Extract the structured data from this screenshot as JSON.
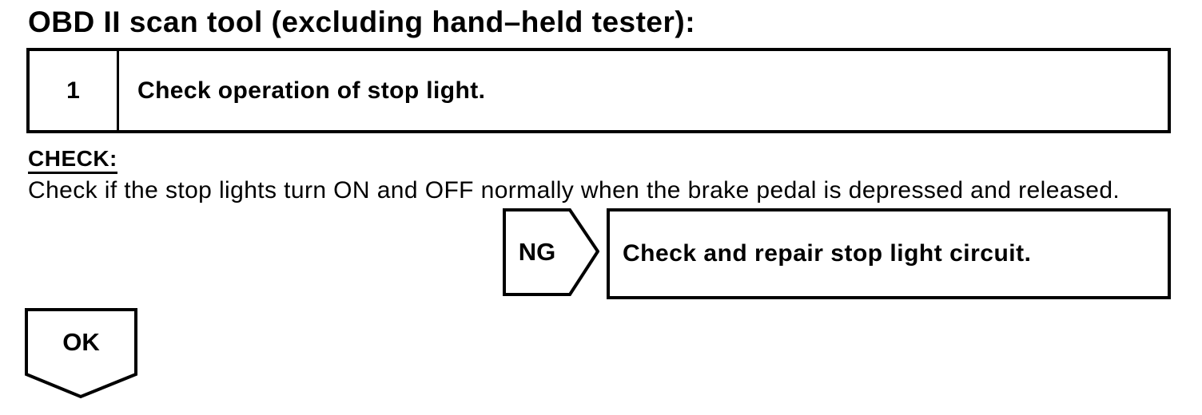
{
  "page": {
    "title": "OBD II scan tool (excluding hand–held tester):"
  },
  "step": {
    "number": "1",
    "instruction": "Check operation of stop light."
  },
  "check": {
    "heading": "CHECK:",
    "description": "Check if the stop lights turn ON and OFF normally when the brake pedal is depressed and released."
  },
  "flow": {
    "ng": {
      "label": "NG",
      "action": "Check and repair stop light circuit."
    },
    "ok": {
      "label": "OK"
    }
  },
  "colors": {
    "ink": "#000000",
    "paper": "#ffffff"
  }
}
